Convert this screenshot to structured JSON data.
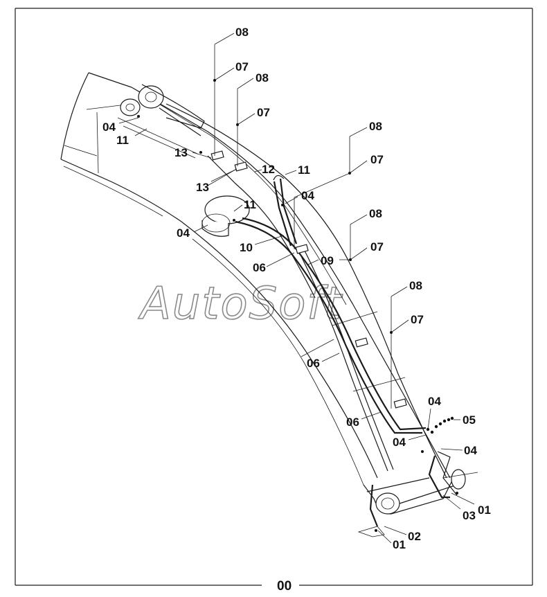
{
  "watermark": "AutoSoft",
  "page_number": "00",
  "callouts": [
    {
      "id": "c1",
      "text": "08"
    },
    {
      "id": "c2",
      "text": "07"
    },
    {
      "id": "c3",
      "text": "08"
    },
    {
      "id": "c4",
      "text": "07"
    },
    {
      "id": "c5",
      "text": "04"
    },
    {
      "id": "c6",
      "text": "11"
    },
    {
      "id": "c7",
      "text": "13"
    },
    {
      "id": "c8",
      "text": "13"
    },
    {
      "id": "c9",
      "text": "12"
    },
    {
      "id": "c10",
      "text": "11"
    },
    {
      "id": "c11",
      "text": "04"
    },
    {
      "id": "c12",
      "text": "08"
    },
    {
      "id": "c13",
      "text": "07"
    },
    {
      "id": "c14",
      "text": "11"
    },
    {
      "id": "c15",
      "text": "04"
    },
    {
      "id": "c16",
      "text": "10"
    },
    {
      "id": "c17",
      "text": "06"
    },
    {
      "id": "c18",
      "text": "09"
    },
    {
      "id": "c19",
      "text": "08"
    },
    {
      "id": "c20",
      "text": "07"
    },
    {
      "id": "c21",
      "text": "08"
    },
    {
      "id": "c22",
      "text": "07"
    },
    {
      "id": "c23",
      "text": "06"
    },
    {
      "id": "c24",
      "text": "06"
    },
    {
      "id": "c25",
      "text": "04"
    },
    {
      "id": "c26",
      "text": "05"
    },
    {
      "id": "c27",
      "text": "04"
    },
    {
      "id": "c28",
      "text": "04"
    },
    {
      "id": "c29",
      "text": "03"
    },
    {
      "id": "c30",
      "text": "01"
    },
    {
      "id": "c31",
      "text": "02"
    },
    {
      "id": "c32",
      "text": "01"
    }
  ]
}
